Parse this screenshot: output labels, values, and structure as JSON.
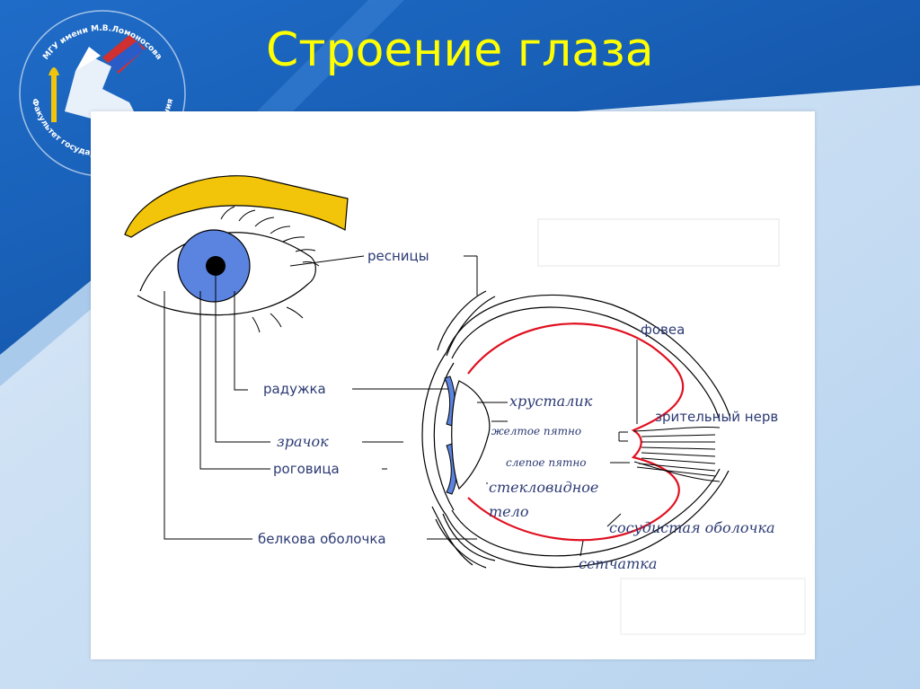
{
  "slide": {
    "title": "Строение глаза",
    "colors": {
      "background": "#1a5fb4",
      "title": "#ffff00",
      "label": "#2c3a73",
      "retina": "#e01020",
      "iris": "#5b84e0",
      "brow": "#f2c40a"
    }
  },
  "logo": {
    "text_top": "МГУ имени М.В.Ломоносова",
    "text_bottom": "Факультет государственного управления",
    "icon": "griffin-emblem-icon"
  },
  "diagram": {
    "labels": {
      "eyelashes": "ресницы",
      "iris": "радужка",
      "pupil": "зрачок",
      "cornea": "роговица",
      "sclera": "белкова оболочка",
      "fovea": "фовеа",
      "lens": "хрусталик",
      "yellow_spot": "желтое пятно",
      "optic_nerve": "зрительный нерв",
      "blind_spot": "слепое пятно",
      "vitreous_1": "стекловидное",
      "vitreous_2": "тело",
      "choroid": "сосудистая оболочка",
      "retina": "сетчатка"
    }
  }
}
